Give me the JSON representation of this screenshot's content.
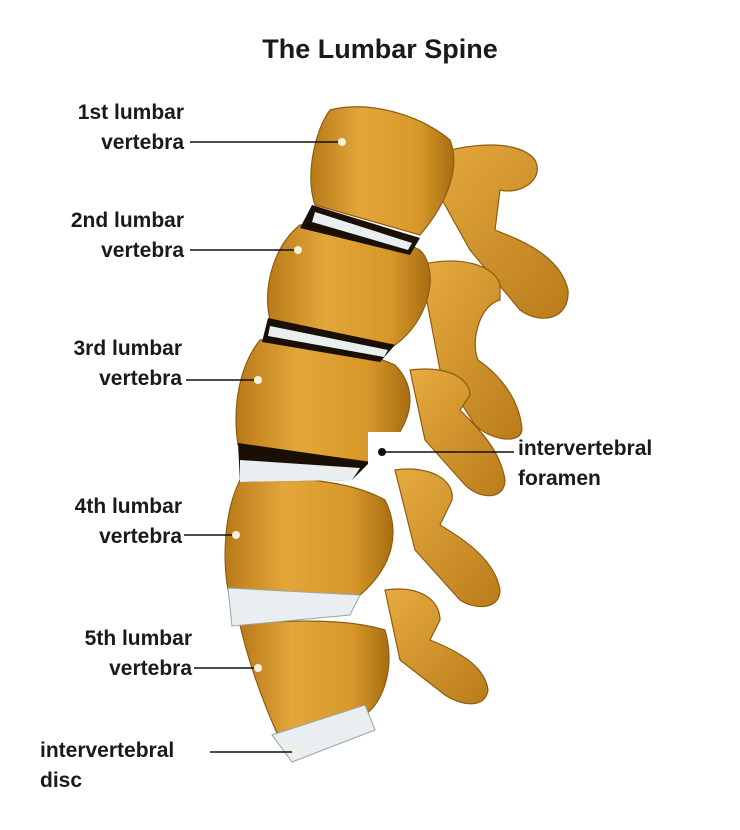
{
  "title": "The Lumbar Spine",
  "labels": {
    "l1": {
      "line1": "1st lumbar",
      "line2": "vertebra"
    },
    "l2": {
      "line1": "2nd lumbar",
      "line2": "vertebra"
    },
    "l3": {
      "line1": "3rd lumbar",
      "line2": "vertebra"
    },
    "l4": {
      "line1": "4th lumbar",
      "line2": "vertebra"
    },
    "l5": {
      "line1": "5th lumbar",
      "line2": "vertebra"
    },
    "foramen": {
      "line1": "intervertebral",
      "line2": "foramen"
    },
    "disc": {
      "line1": "intervertebral",
      "line2": "disc"
    }
  },
  "colors": {
    "bone": "#d99a2b",
    "bone_shadow": "#a86d12",
    "bone_highlight": "#f0bb55",
    "disc": "#e9eef0",
    "gap": "#1a0f05",
    "leader": "#111111"
  }
}
